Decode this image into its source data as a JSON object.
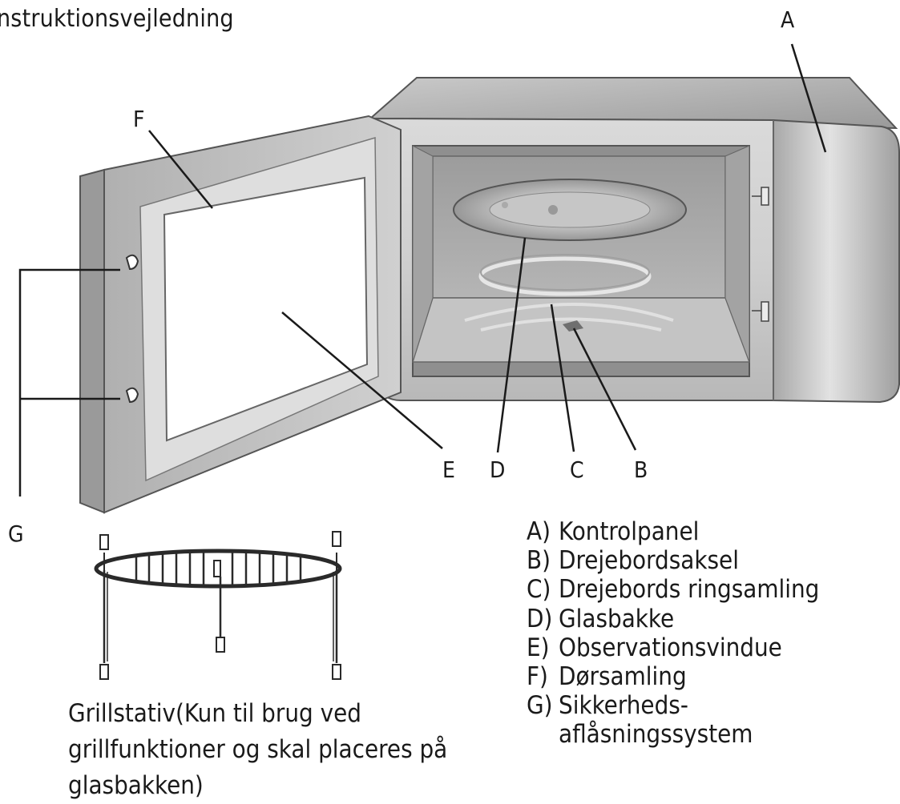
{
  "page": {
    "title": "nstruktionsvejledning"
  },
  "callouts": {
    "a": "A",
    "b": "B",
    "c": "C",
    "d": "D",
    "e": "E",
    "f": "F",
    "g": "G"
  },
  "legend": [
    {
      "letter": "A)",
      "text": "Kontrolpanel"
    },
    {
      "letter": "B)",
      "text": "Drejebordsaksel"
    },
    {
      "letter": "C)",
      "text": "Drejebords ringsamling"
    },
    {
      "letter": "D)",
      "text": "Glasbakke"
    },
    {
      "letter": "E)",
      "text": "Observationsvindue"
    },
    {
      "letter": "F)",
      "text": "Dørsamling"
    },
    {
      "letter": "G)",
      "text": "Sikkerheds- aflåsningssystem"
    }
  ],
  "grill_rack_caption": "Grillstativ(Kun til brug ved grillfunktioner og skal placeres på glasbakken)"
}
